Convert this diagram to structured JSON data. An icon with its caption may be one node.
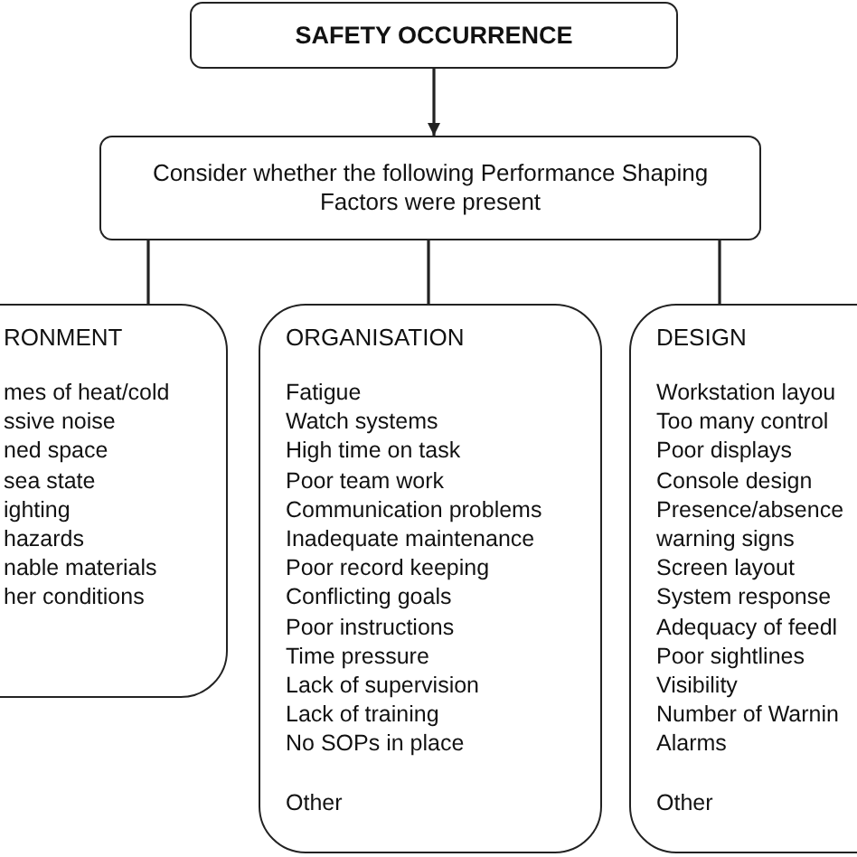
{
  "diagram": {
    "nodes": [
      {
        "text": [
          "SAFETY OCCURRENCE"
        ]
      },
      {
        "text": [
          "Consider whether the following Performance Shaping Factors were present"
        ]
      },
      {
        "text": [
          "RONMENT",
          "mes of heat/cold",
          "ssive noise",
          "ned space",
          "sea state",
          "ighting",
          "hazards",
          "nable materials",
          "her conditions"
        ]
      },
      {
        "text": [
          "ORGANISATION",
          "Fatigue",
          "Watch systems",
          "High time on task",
          "Poor team work",
          "Communication problems",
          "Inadequate maintenance",
          "Poor record keeping",
          "Conflicting goals",
          "Poor instructions",
          "Time pressure",
          "Lack of supervision",
          "Lack of training",
          "No SOPs in place",
          "Other"
        ]
      },
      {
        "text": [
          "DESIGN",
          "Workstation layou",
          "Too many control",
          "Poor displays",
          "Console design",
          "Presence/absence warning signs",
          "Screen layout",
          "System response",
          "Adequacy of feedl",
          "Poor sightlines",
          "Visibility",
          "Number of Warnin",
          "Alarms",
          "Other"
        ]
      }
    ],
    "edges": [
      {
        "from": 0,
        "to": 1,
        "arrow": "to"
      },
      {
        "from": 1,
        "to": 2,
        "arrow": "none"
      },
      {
        "from": 1,
        "to": 3,
        "arrow": "none"
      },
      {
        "from": 1,
        "to": 4,
        "arrow": "none"
      }
    ]
  }
}
